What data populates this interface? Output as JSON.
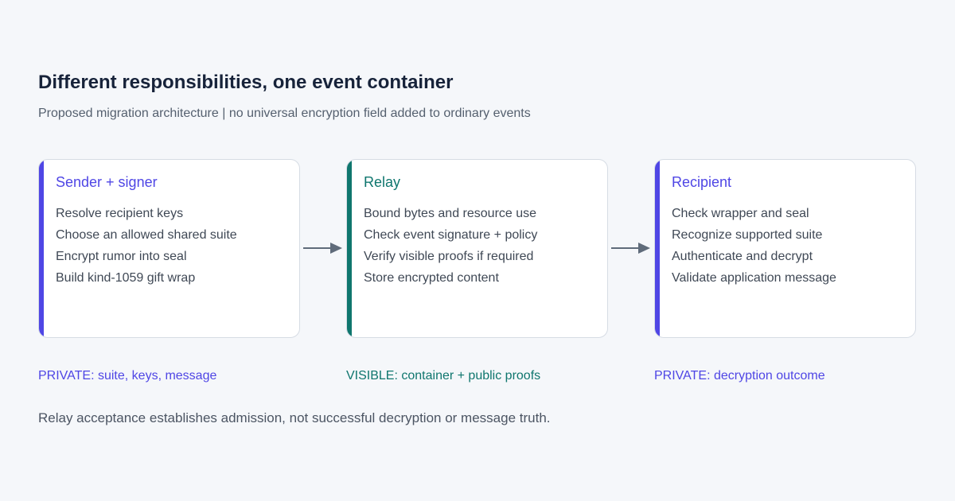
{
  "header": {
    "title": "Different responsibilities, one event container",
    "subtitle": "Proposed migration architecture | no universal encryption field added to ordinary events"
  },
  "stages": [
    {
      "title": "Sender + signer",
      "items": [
        "Resolve recipient keys",
        "Choose an allowed shared suite",
        "Encrypt rumor into seal",
        "Build kind-1059 gift wrap"
      ],
      "footer": "PRIVATE: suite, keys, message"
    },
    {
      "title": "Relay",
      "items": [
        "Bound bytes and resource use",
        "Check event signature + policy",
        "Verify visible proofs if required",
        "Store encrypted content"
      ],
      "footer": "VISIBLE: container + public proofs"
    },
    {
      "title": "Recipient",
      "items": [
        "Check wrapper and seal",
        "Recognize supported suite",
        "Authenticate and decrypt",
        "Validate application message"
      ],
      "footer": "PRIVATE: decryption outcome"
    }
  ],
  "note": "Relay acceptance establishes admission, not successful decryption or message truth.",
  "colors": {
    "private_accent": "#4f46e5",
    "visible_accent": "#0f766e",
    "arrow": "#5f6b7a",
    "background": "#f5f7fa"
  },
  "icons": {
    "flow_arrow": "arrow-right-icon"
  }
}
